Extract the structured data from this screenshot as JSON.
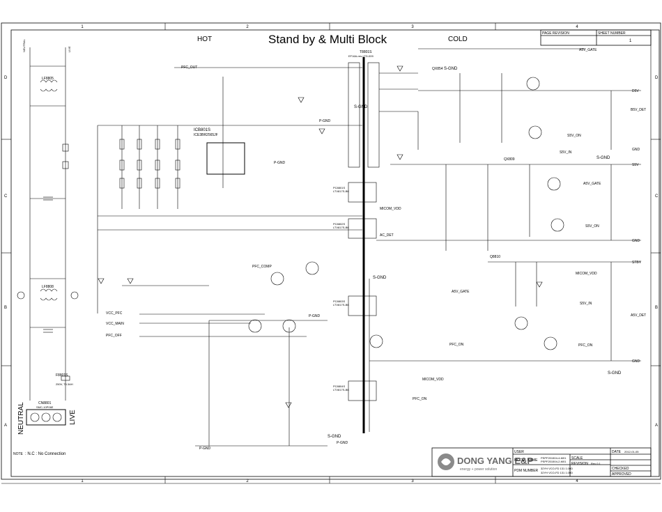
{
  "sheet": {
    "title": "Stand by & Multi Block",
    "hot_label": "HOT",
    "cold_label": "COLD",
    "page_revision_label": "PAGE REVISION",
    "sheet_number_label": "SHEET NUMBER",
    "sheet_number": "1",
    "zone_cols": [
      "1",
      "2",
      "3",
      "4"
    ],
    "zone_rows": [
      "D",
      "C",
      "B",
      "A"
    ],
    "note_label": "NOTE",
    "note_text": ": N.C : No Connection"
  },
  "title_block": {
    "company": "DONG YANG E&P",
    "company_tagline": "energy + power solution",
    "user_label": "USER",
    "model_name_label": "MODEL NAME",
    "model_names": [
      "PSPF201504-4-M01",
      "PSPF201504-2-M01"
    ],
    "pdm_number_label": "PDM NUMBER",
    "pdm_numbers": [
      "32YH VCO-FD 131 1.00D",
      "32YH VCO-FD 131 1.00D"
    ],
    "scale_label": "SCALE",
    "revision_label": "REVISION",
    "revision_value": "Rev 0.1",
    "date_label": "DATE",
    "date_value": "2012-01-05",
    "checked_label": "CHECKED",
    "approved_label": "APPROVED"
  },
  "nets": {
    "pfc_out": "PFC_OUT",
    "vcc_pfc": "VCC_PFC",
    "vcc_main": "VCC_MAIN",
    "pfc_off": "PFC_OFF",
    "pfc_comp": "PFC_COMP",
    "micom_vdd_1": "MICOM_VDD",
    "micom_vdd_2": "MICOM_VDD",
    "micom_vdd_3": "MICOM_VDD",
    "ac_det": "AC_DET",
    "a5v_gate": "A5V_GATE",
    "a5v_gate_2": "A5V_GATE",
    "a5v_gate_3": "A5V_GATE",
    "pfc_on": "PFC_ON",
    "pfc_on_2": "PFC_ON",
    "pfc_on_3": "PFC_ON",
    "s5v_on": "S5V_ON",
    "s5v_on_2": "S5V_ON",
    "b5v_det": "B5V_DET",
    "s5v": "S5V",
    "d5v": "D5V",
    "stby": "STBY",
    "a5v_det": "A5V_DET",
    "gnd": "GND",
    "s_gnd": "S-GND",
    "p_gnd": "P-GND",
    "s5v_in": "S5V_IN"
  },
  "parts": {
    "ic": "ICB801S",
    "ic_part": "ICE3BR2565JF",
    "transformer": "T8801S",
    "transformer_part": "EF16A-res-LTD-009",
    "neutral": "NEUTRAL",
    "live": "LIVE",
    "cn": "CN8801",
    "cn_part": "SMC-10P06E",
    "lf1": "LF8805",
    "lf2": "LF8808",
    "f1": "F8801S",
    "f1_part": "250V, T6.3AH",
    "q1": "QX854",
    "q2": "QX809",
    "q3": "Q8810",
    "pc1": "PC8801S",
    "pc1_part": "LTV817S-BK",
    "pc2": "PC8802S",
    "pc2_part": "LTV817S-BK",
    "pc3": "PC8803S",
    "pc3_part": "LTV817S-BK",
    "pc4": "PC8804S",
    "pc4_part": "LTV817S-BK"
  }
}
